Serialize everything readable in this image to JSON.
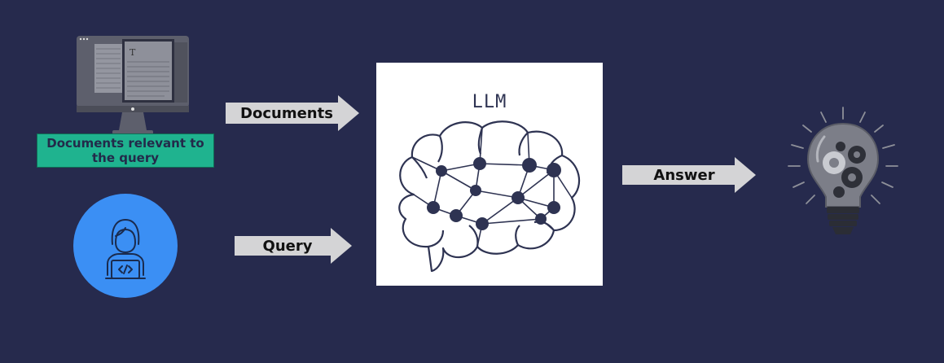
{
  "inputs": {
    "documents_label": "Documents relevant to the query"
  },
  "arrows": {
    "documents": "Documents",
    "query": "Query",
    "answer": "Answer"
  },
  "model": {
    "title": "LLM"
  },
  "icons": {
    "monitor": "monitor-document-icon",
    "user": "developer-user-icon",
    "brain": "neural-brain-icon",
    "lightbulb": "lightbulb-gears-icon"
  },
  "colors": {
    "background": "#262a4d",
    "label_green": "#1fb38f",
    "user_blue": "#3b8ff4",
    "arrow_gray": "#d4d4d6"
  }
}
